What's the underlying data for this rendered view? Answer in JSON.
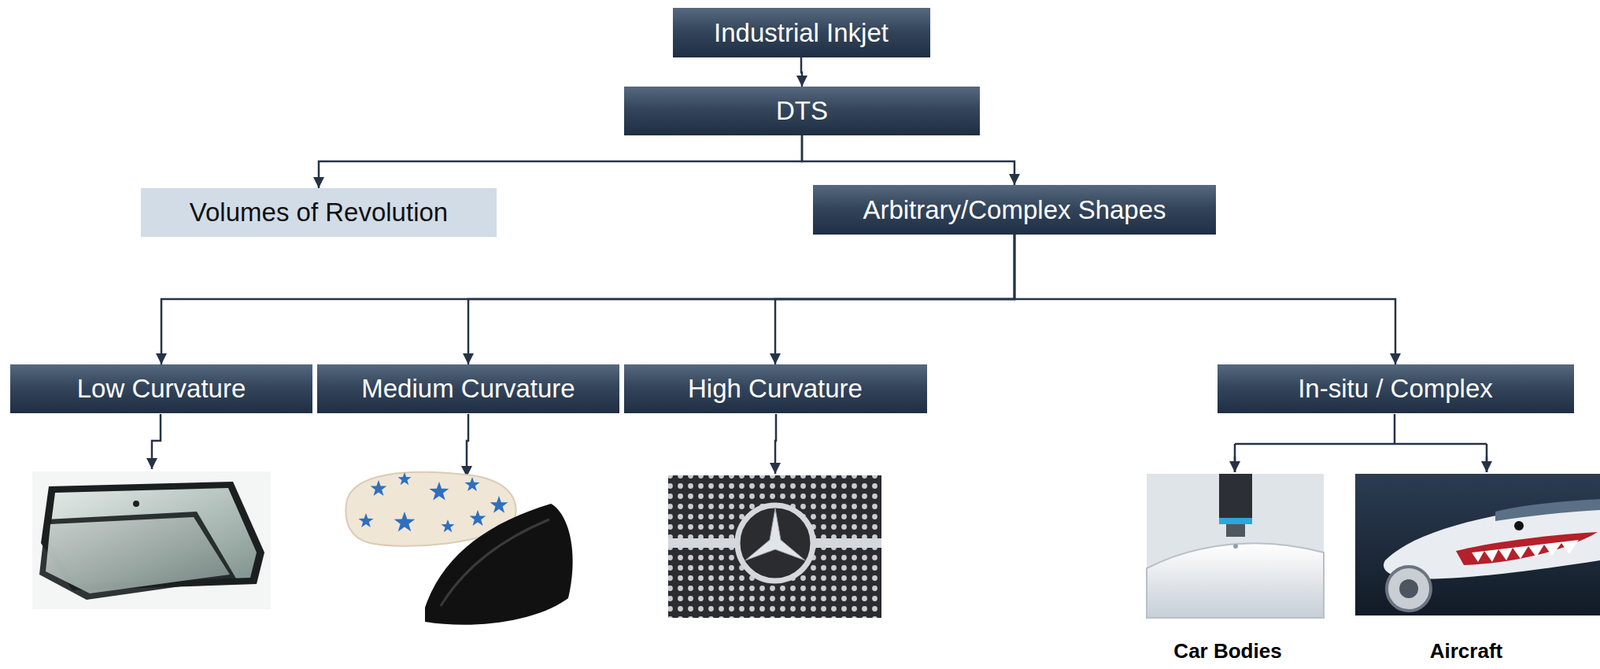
{
  "diagram": {
    "nodes": [
      {
        "text": [
          "Industrial Inkjet"
        ]
      },
      {
        "text": [
          "DTS"
        ]
      },
      {
        "text": [
          "Volumes of Revolution"
        ]
      },
      {
        "text": [
          "Arbitrary/Complex Shapes"
        ]
      },
      {
        "text": [
          "Low Curvature"
        ]
      },
      {
        "text": [
          "Medium Curvature"
        ]
      },
      {
        "text": [
          "High Curvature"
        ]
      },
      {
        "text": [
          "In-situ / Complex"
        ]
      }
    ],
    "edges": [
      {
        "from": 0,
        "to": 1,
        "arrow": "to"
      },
      {
        "from": 1,
        "to": 2,
        "arrow": "to"
      },
      {
        "from": 1,
        "to": 3,
        "arrow": "to"
      },
      {
        "from": 3,
        "to": 4,
        "arrow": "to"
      },
      {
        "from": 3,
        "to": 5,
        "arrow": "to"
      },
      {
        "from": 3,
        "to": 6,
        "arrow": "to"
      },
      {
        "from": 3,
        "to": 7,
        "arrow": "to"
      }
    ],
    "labels": [
      "Car Bodies",
      "Aircraft"
    ]
  }
}
